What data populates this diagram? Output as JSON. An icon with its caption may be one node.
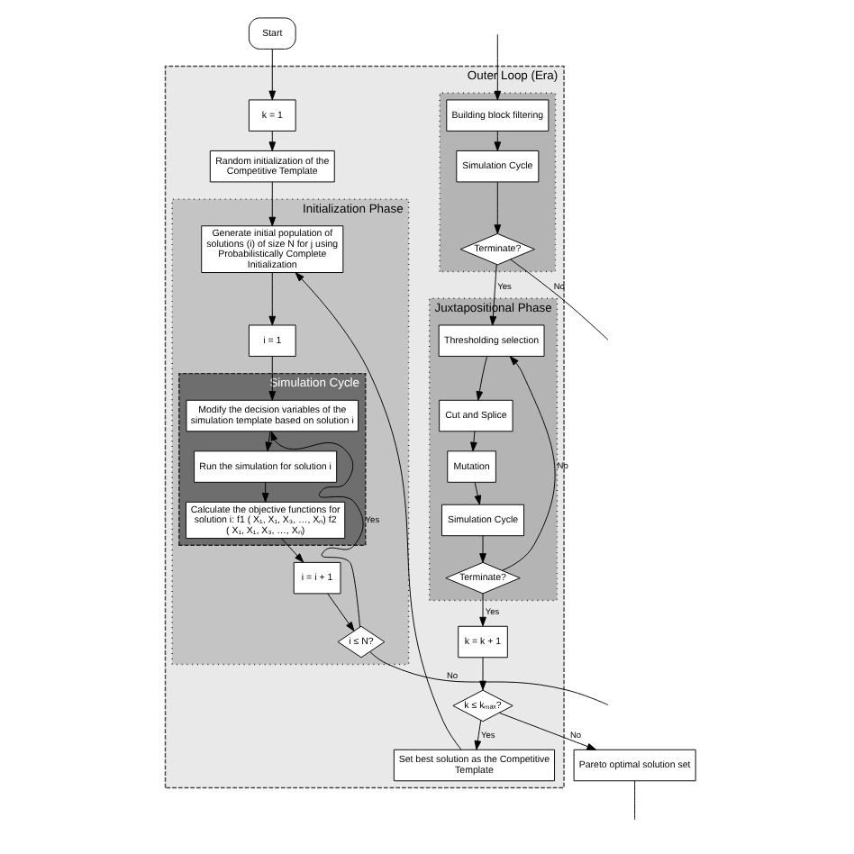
{
  "diagram": {
    "nodes": [
      {
        "text": [
          "Start"
        ]
      },
      {
        "text": [
          "Outer Loop (Era)"
        ]
      },
      {
        "text": [
          "k = 1"
        ],
        "in": 1
      },
      {
        "text": [
          "Random initialization of the Competitive Template"
        ],
        "in": 1
      },
      {
        "text": [
          "Initialization Phase"
        ],
        "in": 1
      },
      {
        "text": [
          "Generate initial population of solutions (i) of size N for j using Probabilistically Complete Initialization"
        ],
        "in": 4
      },
      {
        "text": [
          "i = 1"
        ],
        "in": 4
      },
      {
        "text": [
          "Simulation Cycle"
        ],
        "in": 4
      },
      {
        "text": [
          "Modify the decision variables of the simulation template based on solution i"
        ],
        "in": 7
      },
      {
        "text": [
          "Run the simulation for solution i"
        ],
        "in": 7
      },
      {
        "text": [
          "Calculate the objective functions for solution i: f1 ( X₁, X₁, X₃, …, Xₙ) f2 ( X₁, X₁, X₃, …, Xₙ)"
        ],
        "in": 7
      },
      {
        "text": [
          "i = i + 1"
        ],
        "in": 4
      },
      {
        "text": [
          "i ≤ N?"
        ],
        "in": 4
      },
      {
        "text": [],
        "shape": "box",
        "in": 1
      },
      {
        "text": [
          "Building block filtering"
        ],
        "in": 13
      },
      {
        "text": [
          "Simulation Cycle"
        ],
        "in": 13
      },
      {
        "text": [
          "Terminate?"
        ],
        "in": 13
      },
      {
        "text": [
          "Juxtapositional Phase"
        ],
        "in": 1
      },
      {
        "text": [
          "Thresholding selection"
        ],
        "in": 17
      },
      {
        "text": [
          "Cut and Splice"
        ],
        "in": 17
      },
      {
        "text": [
          "Mutation"
        ],
        "in": 17
      },
      {
        "text": [
          "Simulation Cycle"
        ],
        "in": 17
      },
      {
        "text": [
          "Terminate?"
        ],
        "in": 17
      },
      {
        "text": [
          "k = k + 1"
        ],
        "in": 1
      },
      {
        "text": [
          "k ≤ kₘₐₓ?"
        ],
        "in": 1
      },
      {
        "text": [
          "Set best solution as the Competitive Template"
        ],
        "in": 1
      },
      {
        "text": [
          "Pareto optimal solution set"
        ]
      }
    ],
    "edges": [
      {
        "from": 0,
        "to": 2,
        "arrow": "to"
      },
      {
        "from": 2,
        "to": 3,
        "arrow": "to"
      },
      {
        "from": 3,
        "to": 5,
        "arrow": "to"
      },
      {
        "from": 5,
        "to": 6,
        "arrow": "to"
      },
      {
        "from": 6,
        "to": 8,
        "arrow": "to"
      },
      {
        "from": 8,
        "to": 9,
        "arrow": "to"
      },
      {
        "from": 9,
        "to": 10,
        "arrow": "to"
      },
      {
        "from": 10,
        "to": 11,
        "arrow": "to"
      },
      {
        "from": 11,
        "to": 12,
        "arrow": "to"
      },
      {
        "from": 12,
        "to": 8,
        "arrow": "to",
        "label": "Yes"
      },
      {
        "from": 12,
        "to": null,
        "arrow": "none",
        "label": "No"
      },
      {
        "from": null,
        "to": 14,
        "arrow": "to"
      },
      {
        "from": 14,
        "to": 15,
        "arrow": "to"
      },
      {
        "from": 15,
        "to": 16,
        "arrow": "to"
      },
      {
        "from": 16,
        "to": null,
        "arrow": "none",
        "label": "No"
      },
      {
        "from": 16,
        "to": 18,
        "arrow": "to",
        "label": "Yes"
      },
      {
        "from": 18,
        "to": 19,
        "arrow": "to"
      },
      {
        "from": 19,
        "to": 20,
        "arrow": "to"
      },
      {
        "from": 20,
        "to": 21,
        "arrow": "to"
      },
      {
        "from": 21,
        "to": 22,
        "arrow": "to"
      },
      {
        "from": 22,
        "to": 18,
        "arrow": "to",
        "label": "No"
      },
      {
        "from": 22,
        "to": 23,
        "arrow": "to",
        "label": "Yes"
      },
      {
        "from": 23,
        "to": 24,
        "arrow": "to"
      },
      {
        "from": 24,
        "to": 25,
        "arrow": "to",
        "label": "Yes"
      },
      {
        "from": 24,
        "to": 26,
        "arrow": "to",
        "label": "No"
      },
      {
        "from": 25,
        "to": 5,
        "arrow": "to"
      },
      {
        "from": 26,
        "to": null,
        "arrow": "none"
      }
    ]
  }
}
